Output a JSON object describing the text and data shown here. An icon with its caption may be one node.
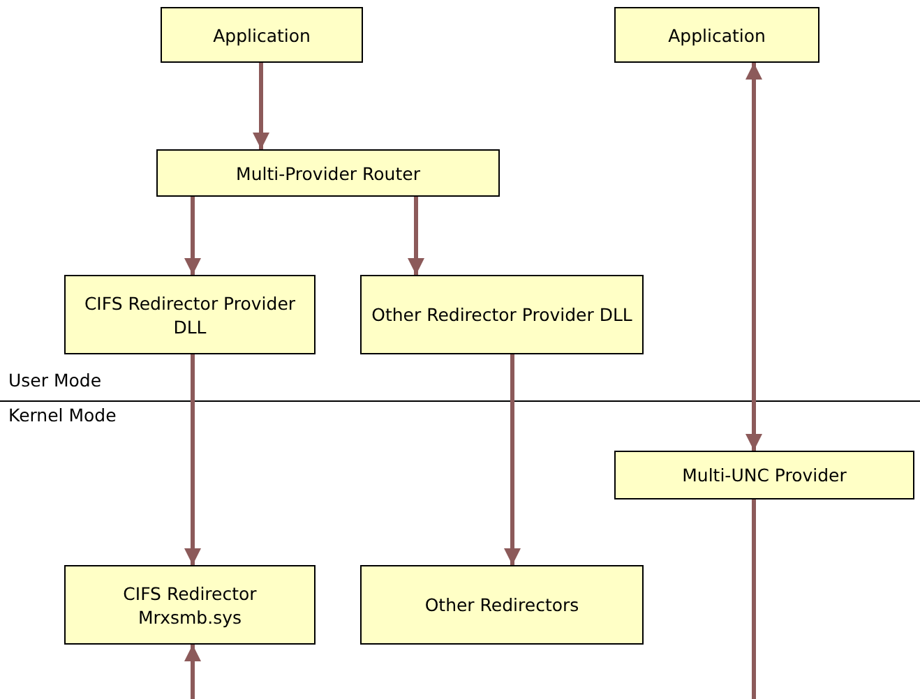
{
  "diagram": {
    "nodes": [
      {
        "text": [
          "Application"
        ]
      },
      {
        "text": [
          "Application"
        ]
      },
      {
        "text": [
          "Multi-Provider Router"
        ]
      },
      {
        "text": [
          "CIFS Redirector Provider DLL"
        ]
      },
      {
        "text": [
          "Other Redirector Provider DLL"
        ]
      },
      {
        "text": [
          "Multi-UNC Provider"
        ]
      },
      {
        "text": [
          "CIFS Redirector Mrxsmb.sys"
        ]
      },
      {
        "text": [
          "Other Redirectors"
        ]
      }
    ],
    "edges": [
      {
        "from": 0,
        "to": 2,
        "arrow": "to"
      },
      {
        "from": 2,
        "to": 3,
        "arrow": "to"
      },
      {
        "from": 2,
        "to": 4,
        "arrow": "to"
      },
      {
        "from": 3,
        "to": 6,
        "arrow": "to"
      },
      {
        "from": 4,
        "to": 7,
        "arrow": "to"
      },
      {
        "from": 1,
        "to": 5,
        "arrow": "both"
      },
      {
        "from": 5,
        "to": null,
        "arrow": "none"
      },
      {
        "from": null,
        "to": 6,
        "arrow": "to"
      }
    ],
    "labels": [
      "User Mode",
      "Kernel Mode"
    ]
  }
}
